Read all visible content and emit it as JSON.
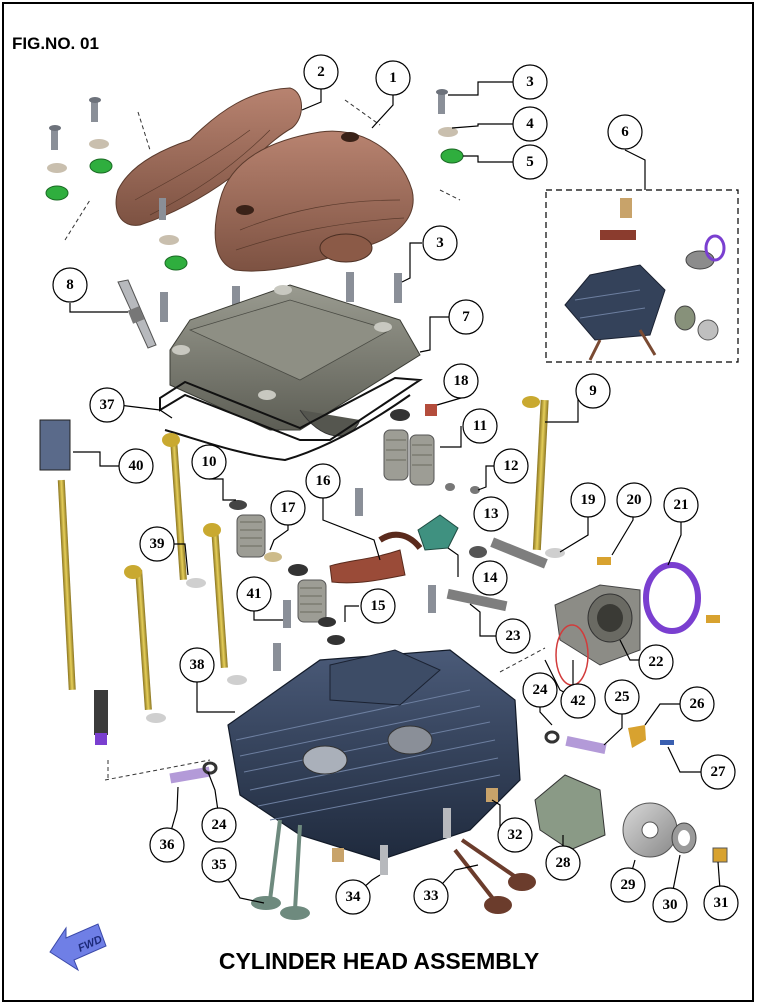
{
  "figure_label": "FIG.NO. 01",
  "title": "CYLINDER HEAD ASSEMBLY",
  "fwd_label": "FWD",
  "callouts": [
    "1",
    "2",
    "3",
    "3",
    "4",
    "5",
    "6",
    "7",
    "8",
    "9",
    "10",
    "11",
    "12",
    "13",
    "14",
    "15",
    "16",
    "17",
    "18",
    "19",
    "20",
    "21",
    "22",
    "23",
    "24",
    "24",
    "25",
    "26",
    "27",
    "28",
    "29",
    "30",
    "31",
    "32",
    "33",
    "34",
    "35",
    "36",
    "37",
    "38",
    "39",
    "40",
    "41",
    "42"
  ],
  "colors": {
    "head_cover": "#9a6a55",
    "valve_cover": "#7c7d72",
    "cylinder_head": "#34425a",
    "grommet": "#2fae3e",
    "clamp_ring": "#7a3fd0",
    "stud": "#c9a930",
    "fwd_arrow": "#6f7fe6"
  }
}
